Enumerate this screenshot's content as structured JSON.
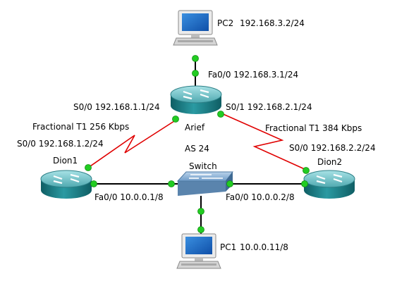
{
  "diagram": {
    "devices": {
      "pc2": {
        "name": "PC2",
        "ip": "192.168.3.2/24"
      },
      "pc1": {
        "name": "PC1",
        "ip": "10.0.0.11/8"
      },
      "arief": {
        "name": "Arief"
      },
      "dion1": {
        "name": "Dion1"
      },
      "dion2": {
        "name": "Dion2"
      },
      "switch": {
        "name": "Switch"
      }
    },
    "labels": {
      "arief_fa00": "Fa0/0 192.168.3.1/24",
      "arief_s00": "S0/0 192.168.1.1/24",
      "arief_s01": "S0/1 192.168.2.1/24",
      "link_left": "Fractional T1 256 Kbps",
      "link_right": "Fractional T1 384 Kbps",
      "dion1_s00": "S0/0 192.168.1.2/24",
      "dion2_s00": "S0/0 192.168.2.2/24",
      "as": "AS 24",
      "dion1_fa00": "Fa0/0 10.0.0.1/8",
      "dion2_fa00": "Fa0/0 10.0.0.2/8"
    },
    "colors": {
      "ethernet_link": "#000000",
      "serial_link": "#e00000",
      "link_status": "#22cc22",
      "router_body": "#1d7f86",
      "router_top": "#7fc8cf",
      "switch_body": "#5f8fb8"
    }
  }
}
